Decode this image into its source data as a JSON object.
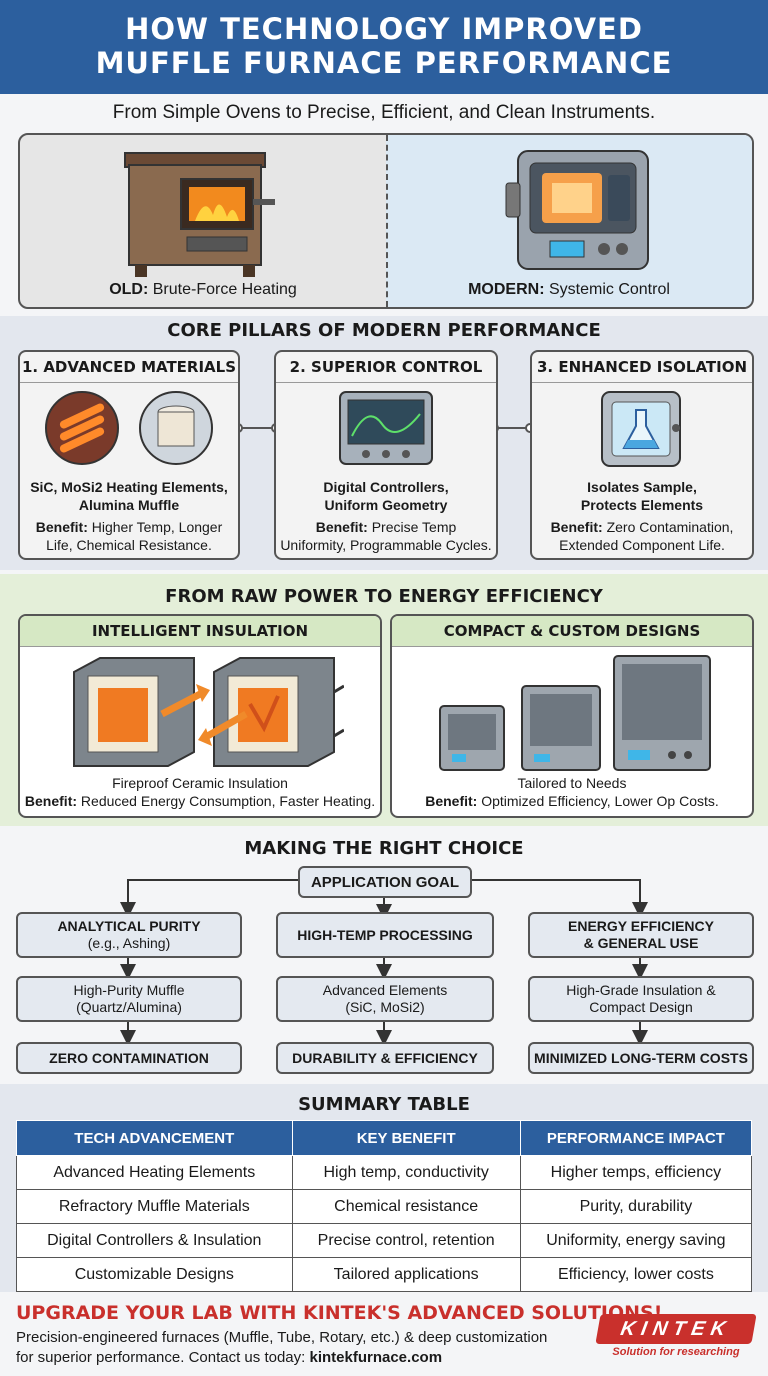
{
  "header": {
    "title_line1": "HOW TECHNOLOGY IMPROVED",
    "title_line2": "MUFFLE FURNACE PERFORMANCE"
  },
  "subtitle": "From Simple Ovens to Precise, Efficient, and Clean Instruments.",
  "comparison": {
    "old_label": "OLD:",
    "old_text": "Brute-Force Heating",
    "modern_label": "MODERN:",
    "modern_text": "Systemic Control"
  },
  "pillars": {
    "title": "CORE PILLARS OF MODERN PERFORMANCE",
    "items": [
      {
        "heading": "1. ADVANCED MATERIALS",
        "desc1": "SiC, MoSi2 Heating Elements,",
        "desc2": "Alumina Muffle",
        "benefit_label": "Benefit:",
        "benefit1": "Higher Temp, Longer",
        "benefit2": "Life, Chemical Resistance."
      },
      {
        "heading": "2. SUPERIOR CONTROL",
        "desc1": "Digital Controllers,",
        "desc2": "Uniform Geometry",
        "benefit_label": "Benefit:",
        "benefit1": "Precise Temp",
        "benefit2": "Uniformity, Programmable Cycles."
      },
      {
        "heading": "3. ENHANCED ISOLATION",
        "desc1": "Isolates Sample,",
        "desc2": "Protects Elements",
        "benefit_label": "Benefit:",
        "benefit1": "Zero Contamination,",
        "benefit2": "Extended Component Life."
      }
    ]
  },
  "efficiency": {
    "title": "FROM RAW POWER TO ENERGY EFFICIENCY",
    "left": {
      "heading": "INTELLIGENT INSULATION",
      "desc": "Fireproof Ceramic Insulation",
      "benefit_label": "Benefit:",
      "benefit": "Reduced Energy Consumption, Faster Heating."
    },
    "right": {
      "heading": "COMPACT & CUSTOM DESIGNS",
      "desc": "Tailored to Needs",
      "benefit_label": "Benefit:",
      "benefit": "Optimized Efficiency, Lower Op Costs."
    }
  },
  "choice": {
    "title": "MAKING THE RIGHT CHOICE",
    "root": "APPLICATION GOAL",
    "columns": [
      {
        "goal1": "ANALYTICAL PURITY",
        "goal2": "(e.g., Ashing)",
        "solution1": "High-Purity Muffle",
        "solution2": "(Quartz/Alumina)",
        "result": "ZERO CONTAMINATION"
      },
      {
        "goal1": "HIGH-TEMP PROCESSING",
        "goal2": "",
        "solution1": "Advanced Elements",
        "solution2": "(SiC, MoSi2)",
        "result": "DURABILITY & EFFICIENCY"
      },
      {
        "goal1": "ENERGY EFFICIENCY",
        "goal2": "& GENERAL USE",
        "solution1": "High-Grade Insulation &",
        "solution2": "Compact Design",
        "result": "MINIMIZED LONG-TERM COSTS"
      }
    ]
  },
  "summary": {
    "title": "SUMMARY TABLE",
    "headers": [
      "TECH ADVANCEMENT",
      "KEY BENEFIT",
      "PERFORMANCE IMPACT"
    ],
    "rows": [
      [
        "Advanced Heating Elements",
        "High temp, conductivity",
        "Higher temps, efficiency"
      ],
      [
        "Refractory Muffle Materials",
        "Chemical resistance",
        "Purity, durability"
      ],
      [
        "Digital Controllers & Insulation",
        "Precise control, retention",
        "Uniformity, energy saving"
      ],
      [
        "Customizable Designs",
        "Tailored applications",
        "Efficiency, lower costs"
      ]
    ]
  },
  "cta": {
    "title": "UPGRADE YOUR LAB WITH KINTEK'S ADVANCED SOLUTIONS!",
    "line1": "Precision-engineered furnaces (Muffle, Tube, Rotary, etc.) & deep customization",
    "line2_prefix": "for superior performance. Contact us today:",
    "website": "kintekfurnace.com"
  },
  "logo": {
    "name": "KINTEK",
    "tagline": "Solution for researching"
  }
}
